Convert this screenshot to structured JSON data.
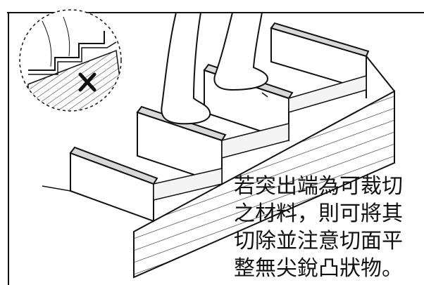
{
  "illustration": {
    "subject": "stair-tread-edge-trim",
    "inset_mark": "x-mark"
  },
  "caption": {
    "lines": [
      "若突出端為可裁切",
      "之材料，則可將其",
      "切除並注意切面平",
      "整無尖銳凸狀物。"
    ]
  },
  "colors": {
    "ink": "#111111",
    "background": "#ffffff"
  }
}
